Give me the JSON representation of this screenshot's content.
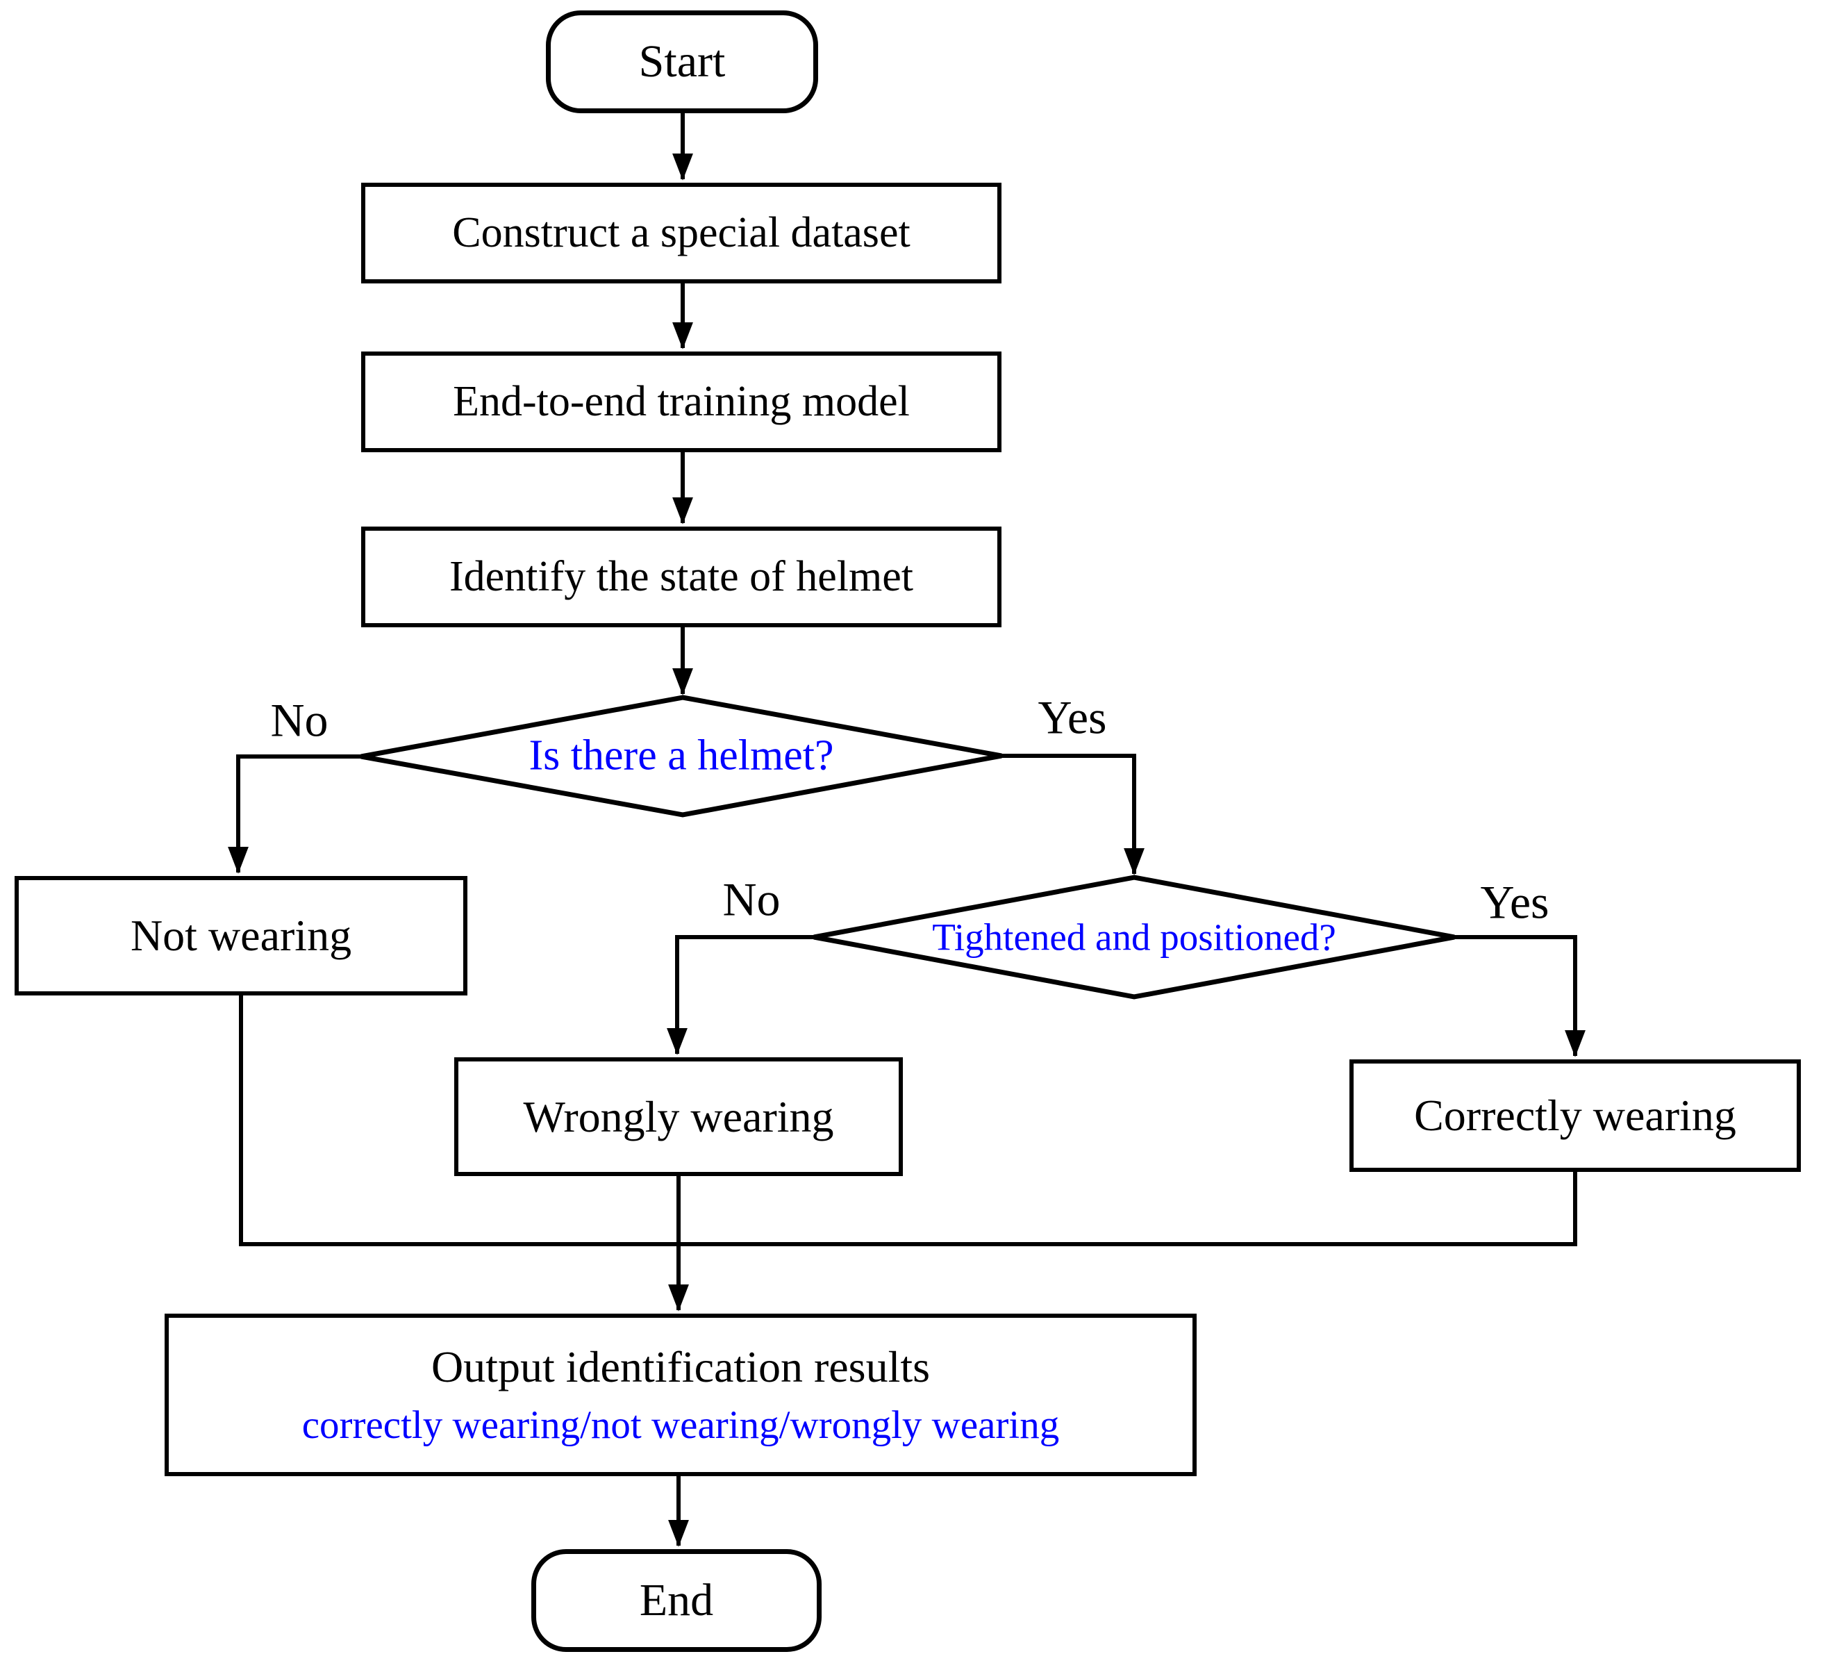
{
  "nodes": {
    "start": "Start",
    "construct": "Construct a special dataset",
    "training": "End-to-end training model",
    "identify": "Identify the state of helmet",
    "decision_helmet": "Is there a helmet?",
    "decision_tightened": "Tightened and positioned?",
    "not_wearing": "Not wearing",
    "wrongly_wearing": "Wrongly wearing",
    "correctly_wearing": "Correctly wearing",
    "output_line1": "Output identification results",
    "output_line2": "correctly wearing/not wearing/wrongly wearing",
    "end": "End"
  },
  "edge_labels": {
    "helmet_no": "No",
    "helmet_yes": "Yes",
    "tightened_no": "No",
    "tightened_yes": "Yes"
  },
  "colors": {
    "line": "#000000",
    "node_text": "#000000",
    "decision_text": "#0000FF",
    "output_detail_text": "#0000FF",
    "background": "#FFFFFF"
  }
}
